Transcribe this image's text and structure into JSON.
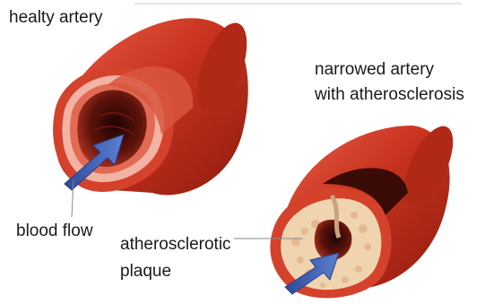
{
  "labels": {
    "healthy": "healty artery",
    "narrowed_line1": "narrowed artery",
    "narrowed_line2": "with atherosclerosis",
    "blood_flow": "blood flow",
    "plaque_line1": "atherosclerotic",
    "plaque_line2": "plaque"
  },
  "colors": {
    "artery_outer": "#c8321e",
    "artery_shade": "#8f1c10",
    "artery_highlight": "#e8604a",
    "wall_pink": "#f2b3a4",
    "lumen_dark": "#3a0a06",
    "plaque": "#f0d4b0",
    "arrow": "#3d5fb8",
    "leader_line": "#888888"
  }
}
